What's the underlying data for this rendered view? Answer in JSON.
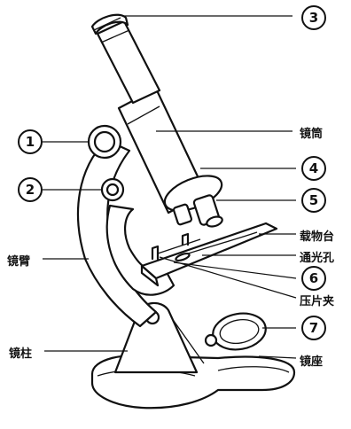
{
  "diagram": {
    "numbers": [
      "3",
      "1",
      "2",
      "4",
      "5",
      "6",
      "7"
    ],
    "labels": {
      "tube": "镜筒",
      "stage": "载物台",
      "aperture": "通光孔",
      "clip": "压片夹",
      "arm": "镜臂",
      "pillar": "镜柱",
      "base": "镜座"
    }
  }
}
